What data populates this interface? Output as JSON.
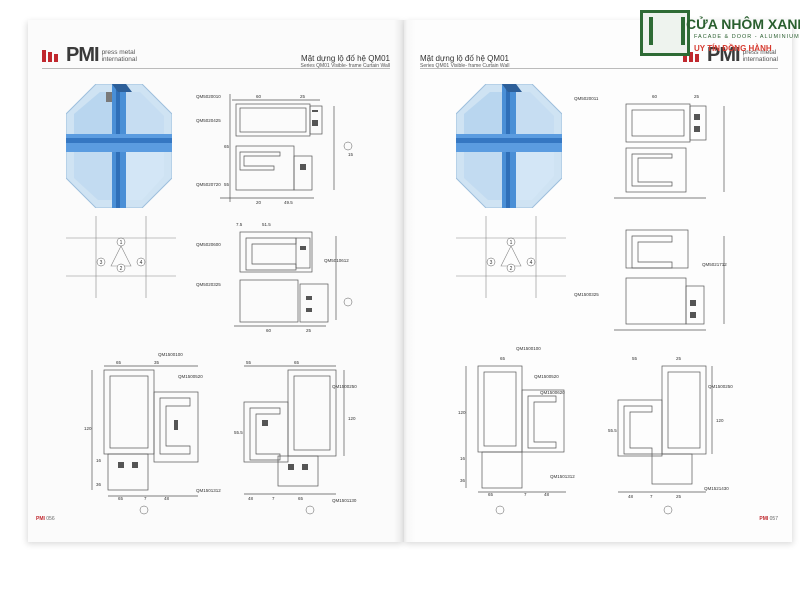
{
  "brand": {
    "name": "PMI",
    "tag1": "press metal",
    "tag2": "international"
  },
  "left_page": {
    "title": "Mặt dựng lộ đố hệ QM01",
    "subtitle": "Series QM01 Visible- frame Curtain Wall",
    "page_number": "056",
    "d1_codes": [
      "QM5020010",
      "QM5020425",
      "QM5020720"
    ],
    "d1_dims_top": [
      "60",
      "25"
    ],
    "d1_dims_side": [
      "65",
      "55",
      "15"
    ],
    "d1_dims_bottom": [
      "20",
      "49.5"
    ],
    "d2_codes": [
      "QM5020600",
      "QM5020325",
      "QM5010612"
    ],
    "d2_dims_top": [
      "7.5",
      "51.5"
    ],
    "d2_dims_bottom": [
      "60",
      "25"
    ],
    "circle_labels": [
      "1",
      "2",
      "3",
      "4"
    ],
    "d3_codes": [
      "QM1500100",
      "QM1500520",
      "QM1501312"
    ],
    "d3_dims_top": [
      "65",
      "35"
    ],
    "d3_dims_side": [
      "120",
      "16",
      "36"
    ],
    "d3_dims_bottom": [
      "65",
      "7",
      "48"
    ],
    "d4_codes": [
      "QM1500250",
      "QM1501130"
    ],
    "d4_dims_top": [
      "55",
      "65"
    ],
    "d4_dims_side": [
      "120",
      "55.5"
    ],
    "d4_dims_bottom": [
      "48",
      "7",
      "65"
    ]
  },
  "right_page": {
    "title": "Mặt dựng lộ đố hệ QM01",
    "subtitle": "Series QM01 Visible- frame Curtain Wall",
    "page_number": "057",
    "d1_codes": [
      "QM5020011"
    ],
    "d1_dims_top": [
      "60",
      "25"
    ],
    "d2_codes": [
      "QM5021712",
      "QM1500325"
    ],
    "d3_codes": [
      "QM1500100",
      "QM1500520",
      "QM1500620",
      "QM1501312"
    ],
    "d4_codes": [
      "QM1500250",
      "QM1521430"
    ],
    "d3_dims_top": [
      "65"
    ],
    "d3_dims_side": [
      "120",
      "16",
      "36"
    ],
    "d3_dims_bottom": [
      "65",
      "7",
      "48"
    ],
    "d4_dims_top": [
      "55",
      "25"
    ],
    "d4_dims_side": [
      "120",
      "55.5"
    ],
    "d4_dims_bottom": [
      "48",
      "7",
      "25"
    ]
  },
  "watermark": {
    "line1": "CỬA NHÔM XANH",
    "line2": "FACADE & DOOR - ALUMINIUM",
    "line3": "UY TÍN ĐỒNG HÀNH"
  },
  "colors": {
    "accent": "#c0282e",
    "glass": "#6aa6e0",
    "watermark_green": "#2e6b35",
    "watermark_red": "#d63a2f"
  }
}
